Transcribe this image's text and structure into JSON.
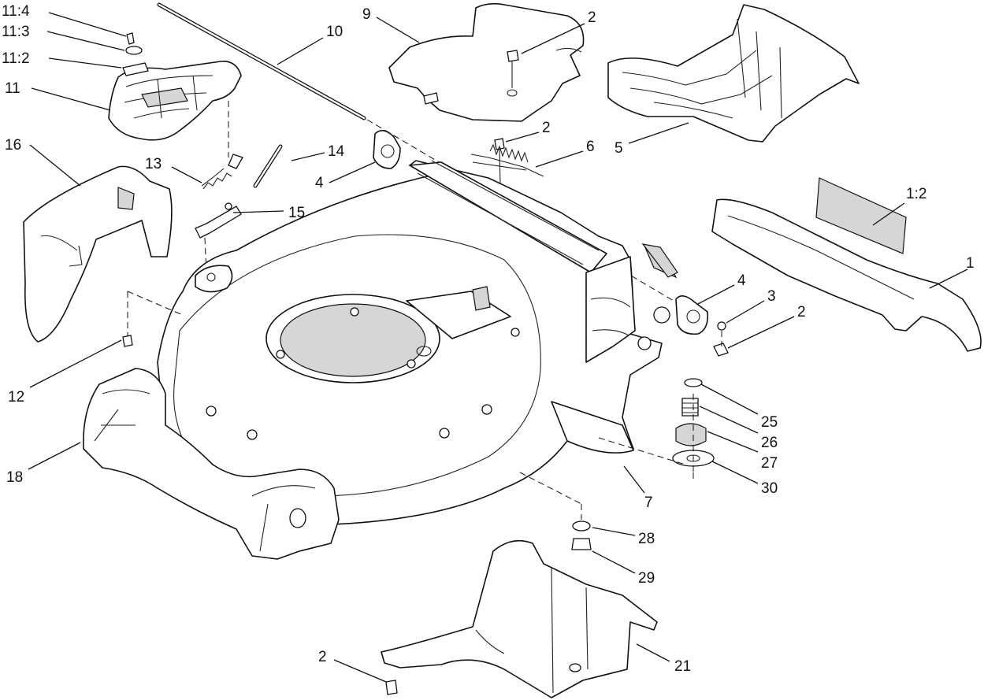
{
  "callouts": {
    "c11_4": "11:4",
    "c11_3": "11:3",
    "c11_2": "11:2",
    "c11": "11",
    "c16": "16",
    "c13": "13",
    "c14": "14",
    "c15": "15",
    "c10": "10",
    "c9": "9",
    "c2_top": "2",
    "c2_spring": "2",
    "c6": "6",
    "c4_left": "4",
    "c5": "5",
    "c1_2": "1:2",
    "c1": "1",
    "c4_right": "4",
    "c3": "3",
    "c2_right": "2",
    "c12": "12",
    "c18": "18",
    "c25": "25",
    "c26": "26",
    "c27": "27",
    "c30": "30",
    "c7": "7",
    "c28": "28",
    "c29": "29",
    "c2_bottom": "2",
    "c21": "21"
  }
}
